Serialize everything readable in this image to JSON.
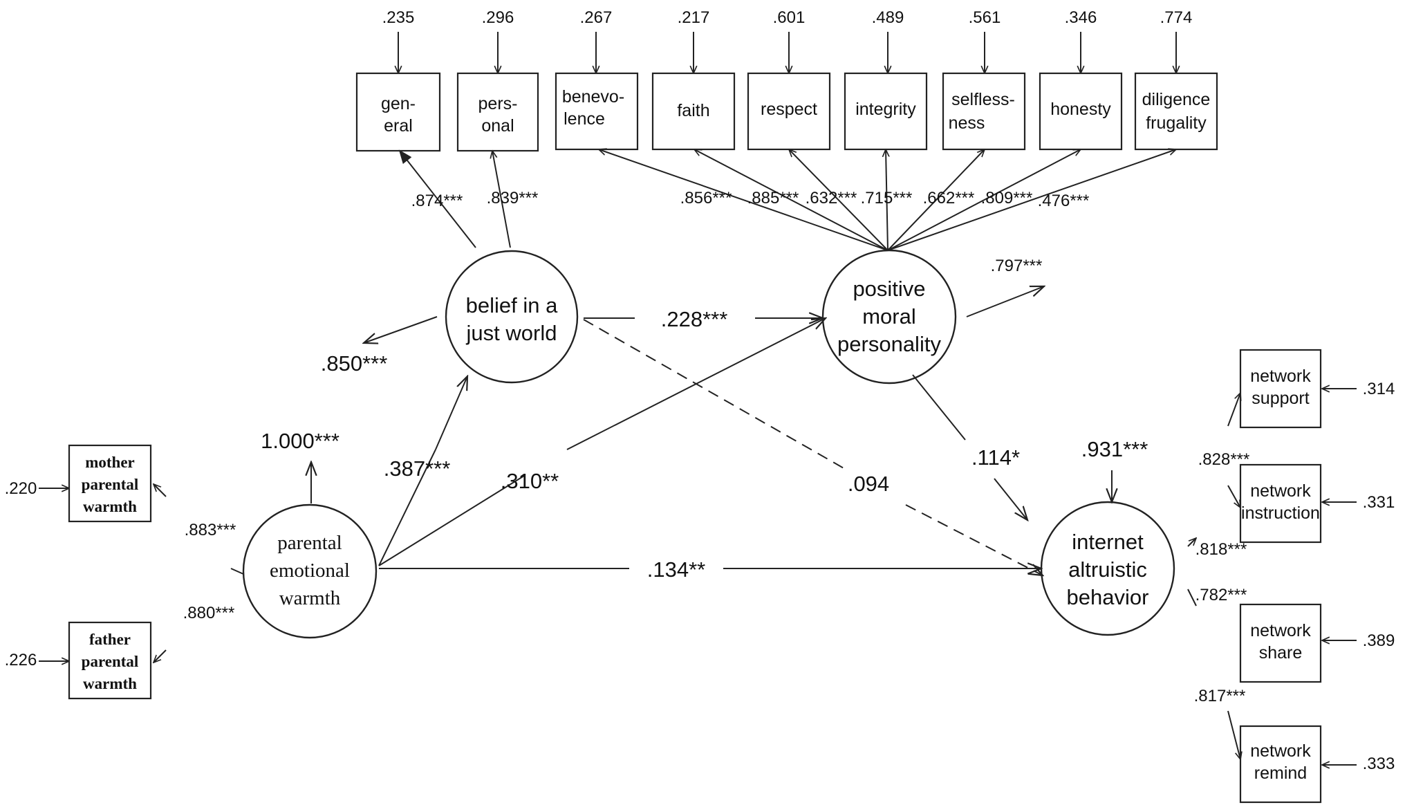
{
  "palette": {
    "ink": "#222222",
    "background": "#ffffff"
  },
  "indicators_top": [
    {
      "lines": [
        "gen-",
        "eral"
      ],
      "error": ".235",
      "loading": ".874***"
    },
    {
      "lines": [
        "pers-",
        "onal"
      ],
      "error": ".296",
      "loading": ".839***"
    },
    {
      "lines": [
        "benevo-",
        "lence"
      ],
      "error": ".267",
      "loading": ".856***"
    },
    {
      "lines": [
        "faith"
      ],
      "error": ".217",
      "loading": ".885***"
    },
    {
      "lines": [
        "respect"
      ],
      "error": ".601",
      "loading": ".632***"
    },
    {
      "lines": [
        "integrity"
      ],
      "error": ".489",
      "loading": ".715***"
    },
    {
      "lines": [
        "selfless-",
        "ness"
      ],
      "error": ".561",
      "loading": ".662***"
    },
    {
      "lines": [
        "honesty"
      ],
      "error": ".346",
      "loading": ".809***"
    },
    {
      "lines": [
        "diligence",
        "frugality"
      ],
      "error": ".774",
      "loading": ".476***"
    }
  ],
  "indicators_left": [
    {
      "lines": [
        "mother",
        "parental",
        "warmth"
      ],
      "error": ".220",
      "loading": ".883***"
    },
    {
      "lines": [
        "father",
        "parental",
        "warmth"
      ],
      "error": ".226",
      "loading": ".880***"
    }
  ],
  "indicators_right": [
    {
      "lines": [
        "network",
        "support"
      ],
      "error": ".314",
      "loading": ".828***"
    },
    {
      "lines": [
        "network",
        "instruction"
      ],
      "error": ".331",
      "loading": ".818***"
    },
    {
      "lines": [
        "network",
        "share"
      ],
      "error": ".389",
      "loading": ".782***"
    },
    {
      "lines": [
        "network",
        "remind"
      ],
      "error": ".333",
      "loading": ".817***"
    }
  ],
  "latents": {
    "belief": {
      "lines": [
        "belief in a",
        "just world"
      ],
      "residual": ".850***"
    },
    "moral": {
      "lines": [
        "positive",
        "moral",
        "personality"
      ],
      "residual": ".797***"
    },
    "parental": {
      "lines": [
        "parental",
        "emotional",
        "warmth"
      ],
      "residual": "1.000***"
    },
    "internet": {
      "lines": [
        "internet",
        "altruistic",
        "behavior"
      ],
      "residual": ".931***"
    }
  },
  "paths": {
    "belief_to_moral": ".228***",
    "parental_to_belief": ".387***",
    "parental_to_moral": ".310**",
    "belief_to_internet": ".094",
    "moral_to_internet": ".114*",
    "parental_to_internet": ".134**"
  }
}
